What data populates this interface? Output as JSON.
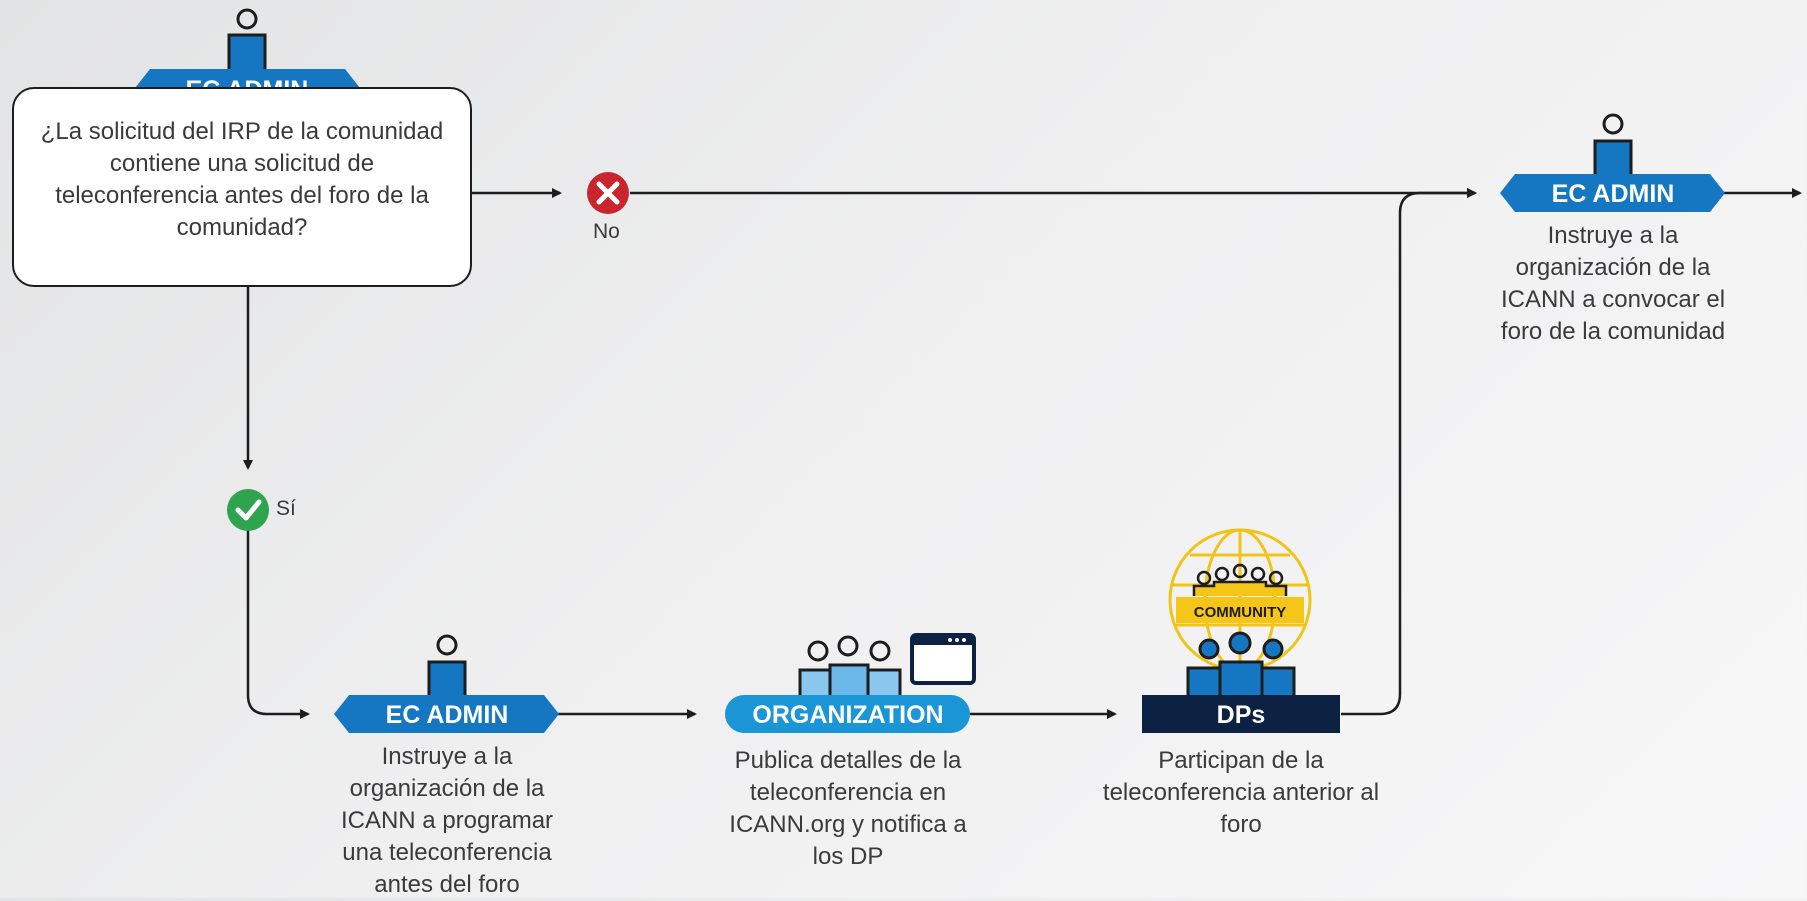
{
  "question": {
    "text": "¿La solicitud del IRP de la comunidad contiene una solicitud de teleconferencia antes del foro de la comunidad?",
    "role": "EC ADMIN"
  },
  "branch_no": {
    "label": "No"
  },
  "branch_yes": {
    "label": "Sí"
  },
  "end_step": {
    "role": "EC ADMIN",
    "text": "Instruye a la organización de la ICANN a convocar el foro de la comunidad"
  },
  "steps": [
    {
      "role": "EC ADMIN",
      "text": "Instruye a la organización de la ICANN a programar una teleconferencia antes del foro"
    },
    {
      "role": "ORGANIZATION",
      "text": "Publica detalles de la teleconferencia en ICANN.org y notifica a los DP"
    },
    {
      "role": "DPs",
      "badge": "COMMUNITY",
      "text": "Participan de la teleconferencia anterior al foro"
    }
  ],
  "colors": {
    "ec_admin": "#1577c2",
    "organization": "#1a96d6",
    "dps": "#0d2142",
    "no_icon": "#c9252c",
    "yes_icon": "#2ea44f",
    "community": "#f5c518"
  }
}
